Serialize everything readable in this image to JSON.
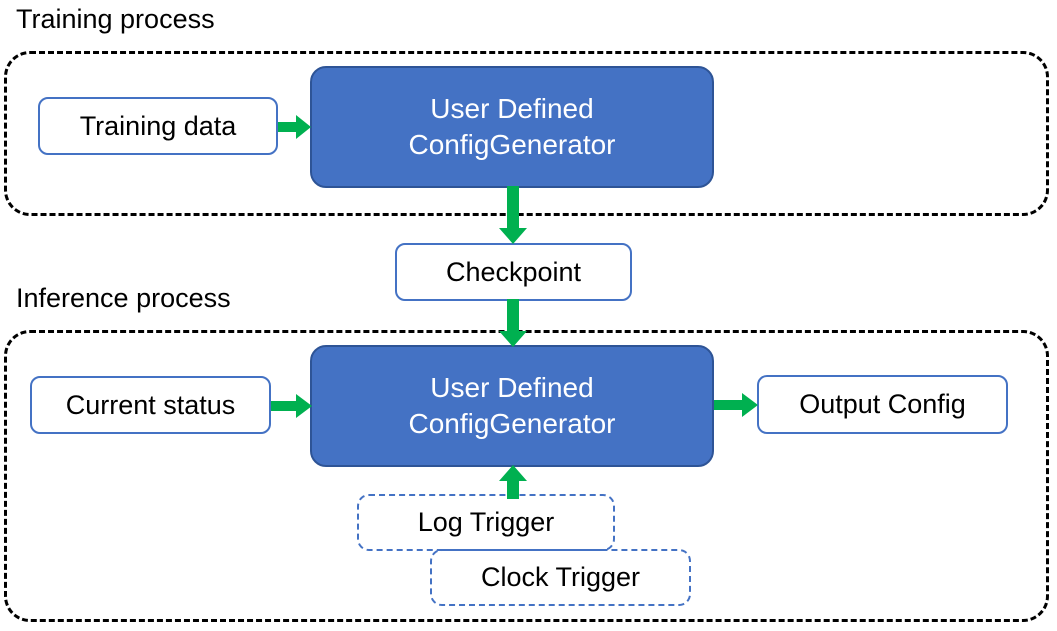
{
  "diagram": {
    "title_training": "Training process",
    "title_inference": "Inference process",
    "colors": {
      "accent_blue": "#4472C4",
      "accent_blue_border": "#2E5496",
      "arrow_green": "#00B050",
      "group_border": "#000000",
      "text": "#000000",
      "filled_text": "#FFFFFF",
      "background": "#FFFFFF"
    },
    "nodes": {
      "training_data": "Training data",
      "generator_train_line1": "User Defined",
      "generator_train_line2": "ConfigGenerator",
      "checkpoint": "Checkpoint",
      "current_status": "Current status",
      "generator_infer_line1": "User Defined",
      "generator_infer_line2": "ConfigGenerator",
      "output_config": "Output Config",
      "log_trigger": "Log Trigger",
      "clock_trigger": "Clock Trigger"
    },
    "arrows": [
      {
        "name": "training-data-to-generator",
        "direction": "right"
      },
      {
        "name": "generator-to-checkpoint",
        "direction": "down"
      },
      {
        "name": "checkpoint-to-generator",
        "direction": "down"
      },
      {
        "name": "current-status-to-generator",
        "direction": "right"
      },
      {
        "name": "generator-to-output-config",
        "direction": "right"
      },
      {
        "name": "triggers-to-generator",
        "direction": "up"
      }
    ]
  }
}
